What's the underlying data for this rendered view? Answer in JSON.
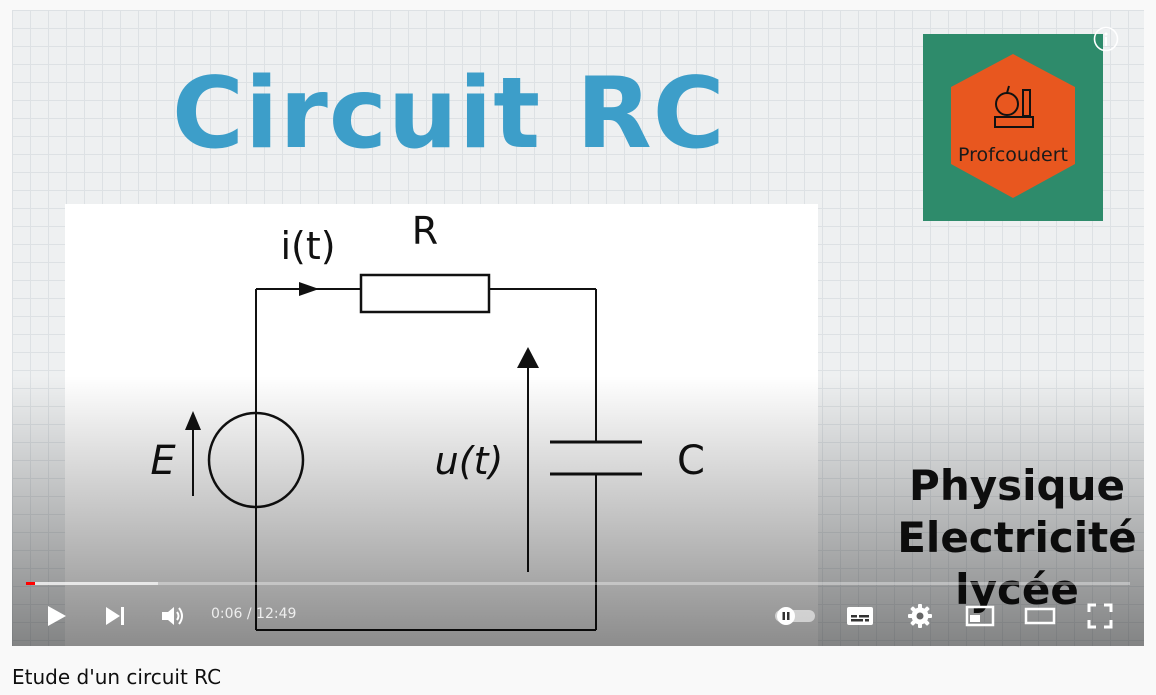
{
  "video": {
    "title_text": "Circuit RC",
    "channel_logo_text": "Profcoudert",
    "topic_lines": [
      "Physique",
      "Electricité",
      "lycée"
    ],
    "circuit_labels": {
      "current": "i(t)",
      "resistor": "R",
      "source": "E",
      "voltage": "u(t)",
      "capacitor": "C"
    }
  },
  "controls": {
    "current_time": "0:06",
    "duration": "12:49",
    "time_display": "0:06 / 12:49",
    "progress_played_fraction": 0.008,
    "progress_loaded_fraction": 0.12,
    "accent_color": "#ff0000"
  },
  "page": {
    "video_title": "Etude d'un circuit RC"
  },
  "icons": [
    "info-icon",
    "play-icon",
    "next-icon",
    "volume-icon",
    "autoplay-toggle-icon",
    "subtitles-icon",
    "settings-gear-icon",
    "miniplayer-icon",
    "theater-mode-icon",
    "fullscreen-icon"
  ]
}
